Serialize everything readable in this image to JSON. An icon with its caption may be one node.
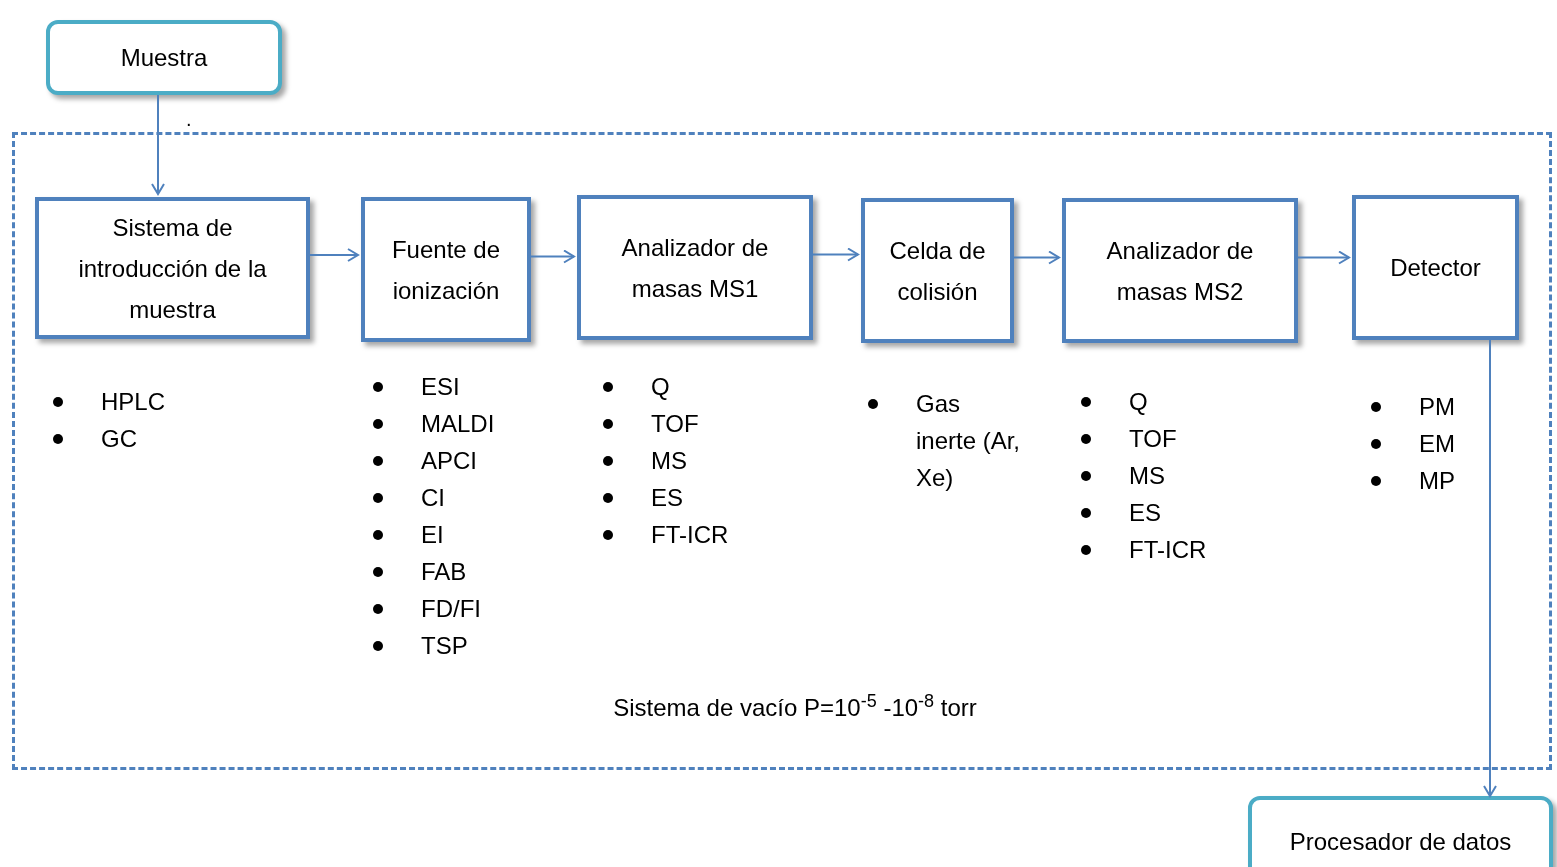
{
  "diagram": {
    "nodes": [
      {
        "text": [
          "Muestra"
        ]
      },
      {
        "text": [
          "Sistema de vacío   P=10$^{-5}$ -10$^{-8}$ torr"
        ]
      },
      {
        "text": [
          "Sistema de introducción de la muestra"
        ],
        "in": 1,
        "beside": [
          "HPLC",
          "GC"
        ]
      },
      {
        "text": [
          "Fuente de ionización"
        ],
        "in": 1,
        "beside": [
          "ESI",
          "MALDI",
          "APCI",
          "CI",
          "EI",
          "FAB",
          "FD/FI",
          "TSP"
        ]
      },
      {
        "text": [
          "Analizador de masas MS1"
        ],
        "in": 1,
        "beside": [
          "Q",
          "TOF",
          "MS",
          "ES",
          "FT-ICR"
        ]
      },
      {
        "text": [
          "Celda de colisión"
        ],
        "in": 1,
        "beside": [
          "Gas inerte (Ar, Xe)"
        ]
      },
      {
        "text": [
          "Analizador de masas MS2"
        ],
        "in": 1,
        "beside": [
          "Q",
          "TOF",
          "MS",
          "ES",
          "FT-ICR"
        ]
      },
      {
        "text": [
          "Detector"
        ],
        "in": 1,
        "beside": [
          "PM",
          "EM",
          "MP"
        ]
      },
      {
        "text": [
          "Procesador de datos"
        ]
      }
    ],
    "edges": [
      {
        "from": 0,
        "to": 2,
        "arrow": "to"
      },
      {
        "from": 2,
        "to": 3,
        "arrow": "to"
      },
      {
        "from": 3,
        "to": 4,
        "arrow": "to"
      },
      {
        "from": 4,
        "to": 5,
        "arrow": "to"
      },
      {
        "from": 5,
        "to": 6,
        "arrow": "to"
      },
      {
        "from": 6,
        "to": 7,
        "arrow": "to"
      },
      {
        "from": 7,
        "to": 8,
        "arrow": "to"
      }
    ],
    "labels": [
      "."
    ]
  }
}
